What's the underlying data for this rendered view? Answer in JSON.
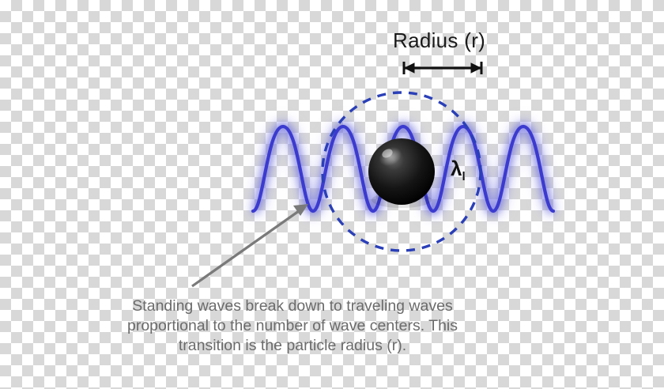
{
  "figure": {
    "radius_label": "Radius (r)",
    "lambda_symbol": "λ",
    "lambda_subscript": "l",
    "caption_line1": "Standing waves break down to traveling waves",
    "caption_line2": "proportional to the number of wave centers. This",
    "caption_line3": "transition is the particle radius (r).",
    "colors": {
      "wave": "#3b3bd0",
      "wave_light": "#8f8fe8",
      "circle": "#2a3fb8",
      "particle": "#111111",
      "arrow": "#7a7a7a",
      "caption_text": "#6b6b6b",
      "label_text": "#1a1a1a",
      "background": "#ffffff"
    },
    "elements": {
      "dashed_circle": "dashed-orbit-circle",
      "nucleus": "nucleus-sphere",
      "wave": "standing-wave-curve",
      "measure_bar": "radius-measure-bar",
      "pointer": "caption-pointer-arrow"
    }
  }
}
